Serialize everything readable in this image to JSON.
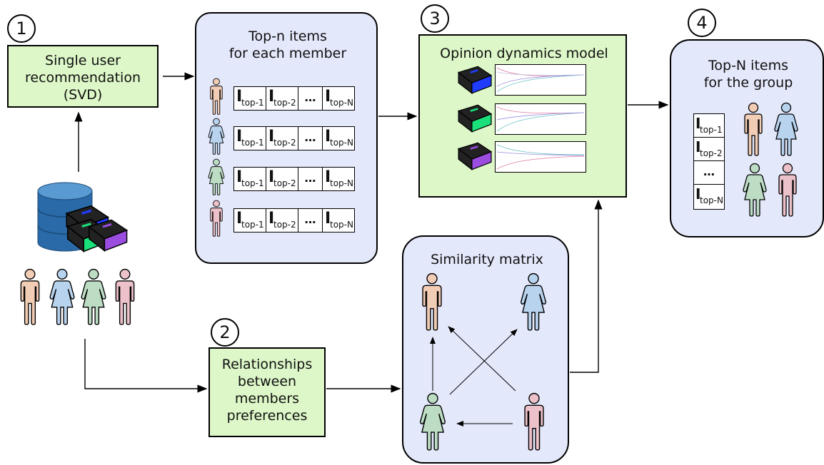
{
  "steps": {
    "s1": "1",
    "s2": "2",
    "s3": "3",
    "s4": "4"
  },
  "boxes": {
    "single_user": "Single user recommendation (SVD)",
    "topn_title_line1": "Top-n items",
    "topn_title_line2": "for each member",
    "opinion_title": "Opinion dynamics model",
    "group_title_line1": "Top-N items",
    "group_title_line2": "for the group",
    "relationships": "Relationships between members preferences",
    "similarity_title": "Similarity matrix"
  },
  "items": {
    "I": "I",
    "top1": "top-1",
    "top2": "top-2",
    "topN": "top-N",
    "dots": "…"
  },
  "colors": {
    "member1": "#f2cdb6",
    "member2": "#b8d3ee",
    "member3": "#bcdcc4",
    "member4": "#ecc1c9",
    "green_box": "#ddf7c8",
    "blue_box": "#e4e8fb",
    "book_blue": "#1f3cff",
    "book_green": "#19e07a",
    "book_purple": "#9b4de0"
  }
}
